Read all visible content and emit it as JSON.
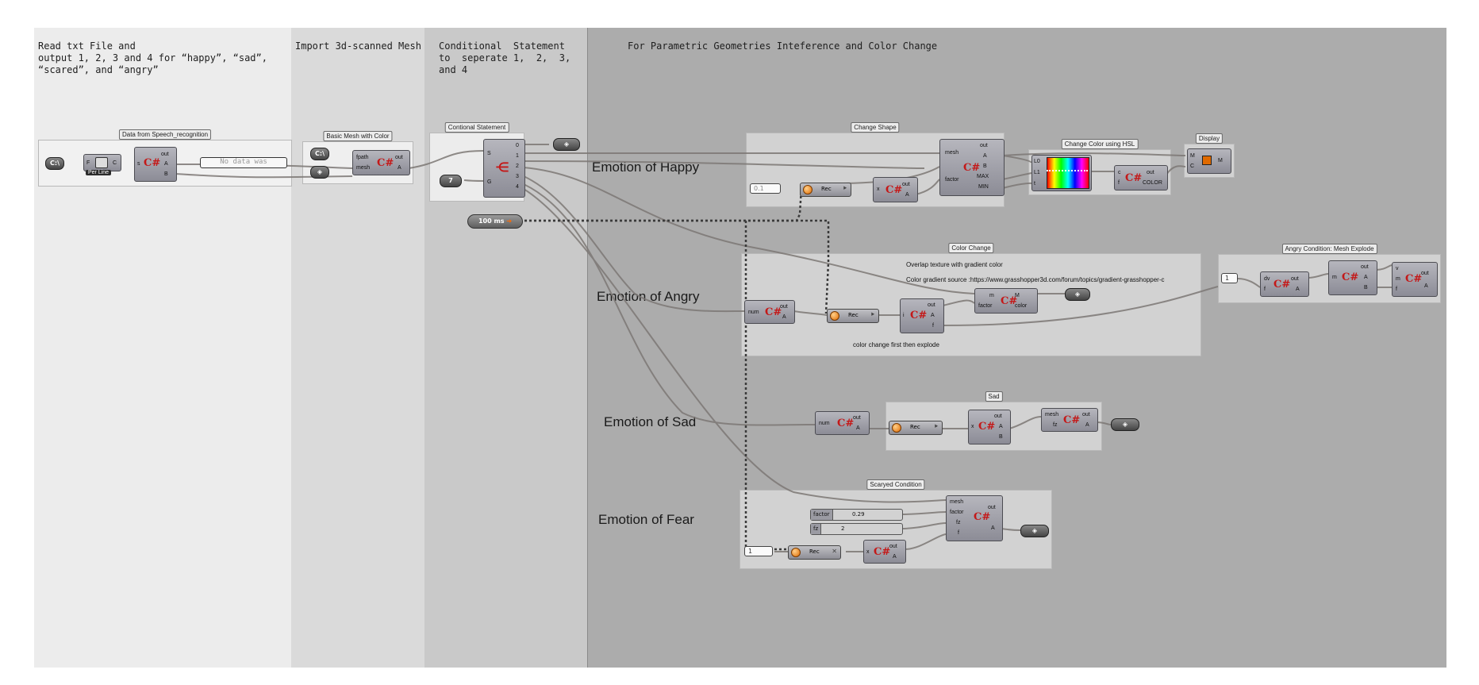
{
  "notes": {
    "read_txt": "Read txt File and\noutput 1, 2, 3 and 4 for “happy”, “sad”,\n“scared”, and “angry”",
    "import_mesh": "Import 3d-scanned Mesh",
    "conditional": "Conditional  Statement\nto  seperate 1,  2,  3,\nand 4",
    "parametric": "For Parametric Geometries Inteference and Color Change"
  },
  "emotions": {
    "happy": "Emotion of Happy",
    "angry": "Emotion of Angry",
    "sad": "Emotion of Sad",
    "fear": "Emotion of Fear"
  },
  "groups": {
    "speech": "Data from Speech_recognition",
    "basic_mesh": "Basic Mesh with Color",
    "conditional": "Contional Statement",
    "change_shape": "Change Shape",
    "hsl": "Change Color using HSL",
    "display": "Display",
    "color_change": "Color Change",
    "angry_explode": "Angry Condition: Mesh Explode",
    "sad": "Sad",
    "scared": "Scaryed Condition"
  },
  "speech": {
    "pin_f": "F",
    "pin_c": "C",
    "per_line": "Per Line",
    "pin_s": "s",
    "out": "out",
    "a": "A",
    "b": "B",
    "panel": "No data was"
  },
  "basic_mesh": {
    "fpath": "fpath",
    "mesh": "mesh",
    "out": "out",
    "a": "A"
  },
  "conditional": {
    "s": "S",
    "g": "G",
    "outs": [
      "0",
      "1",
      "2",
      "3",
      "4"
    ],
    "number": "7",
    "timer": "100 ms"
  },
  "change_shape": {
    "value": "0.1",
    "rec": "Rec",
    "x": "x",
    "out": "out",
    "a": "A",
    "mesh": "mesh",
    "factor": "factor",
    "outs": [
      "out",
      "A",
      "B",
      "MAX",
      "MIN"
    ]
  },
  "hsl": {
    "l0": "L0",
    "l1": "L1",
    "t": "t",
    "c": "c",
    "f": "f",
    "out": "out",
    "color": "COLOR"
  },
  "display": {
    "m": "M",
    "c": "C",
    "out": "M"
  },
  "color_change": {
    "text1": "Overlap texture with gradient color",
    "text2": "Color gradient source :https://www.grasshopper3d.com/forum/topics/gradient-grasshopper-c",
    "text3": "color change first then explode",
    "num": "num",
    "out": "out",
    "a": "A",
    "rec": "Rec",
    "i": "i",
    "f": "f",
    "m": "m",
    "factor": "factor",
    "mo": "M",
    "color": "color"
  },
  "angry_explode": {
    "value": "1",
    "dv": "dv",
    "f": "f",
    "out": "out",
    "a": "A",
    "m": "m",
    "b": "B",
    "v": "v"
  },
  "sad": {
    "num": "num",
    "out": "out",
    "a": "A",
    "rec": "Rec",
    "x": "x",
    "b": "B",
    "mesh": "mesh",
    "fz": "fz"
  },
  "scared": {
    "mesh": "mesh",
    "factor": "factor",
    "fz": "fz",
    "f": "f",
    "out": "out",
    "a": "A",
    "slider_factor_label": "factor",
    "slider_factor_value": "0.29",
    "slider_fz_label": "fz",
    "slider_fz_value": "2",
    "value": "1",
    "rec": "Rec",
    "x": "x"
  },
  "colors": {
    "wire": "#7d7875",
    "accent_red": "#c41818",
    "record_orange": "#e06a00"
  }
}
